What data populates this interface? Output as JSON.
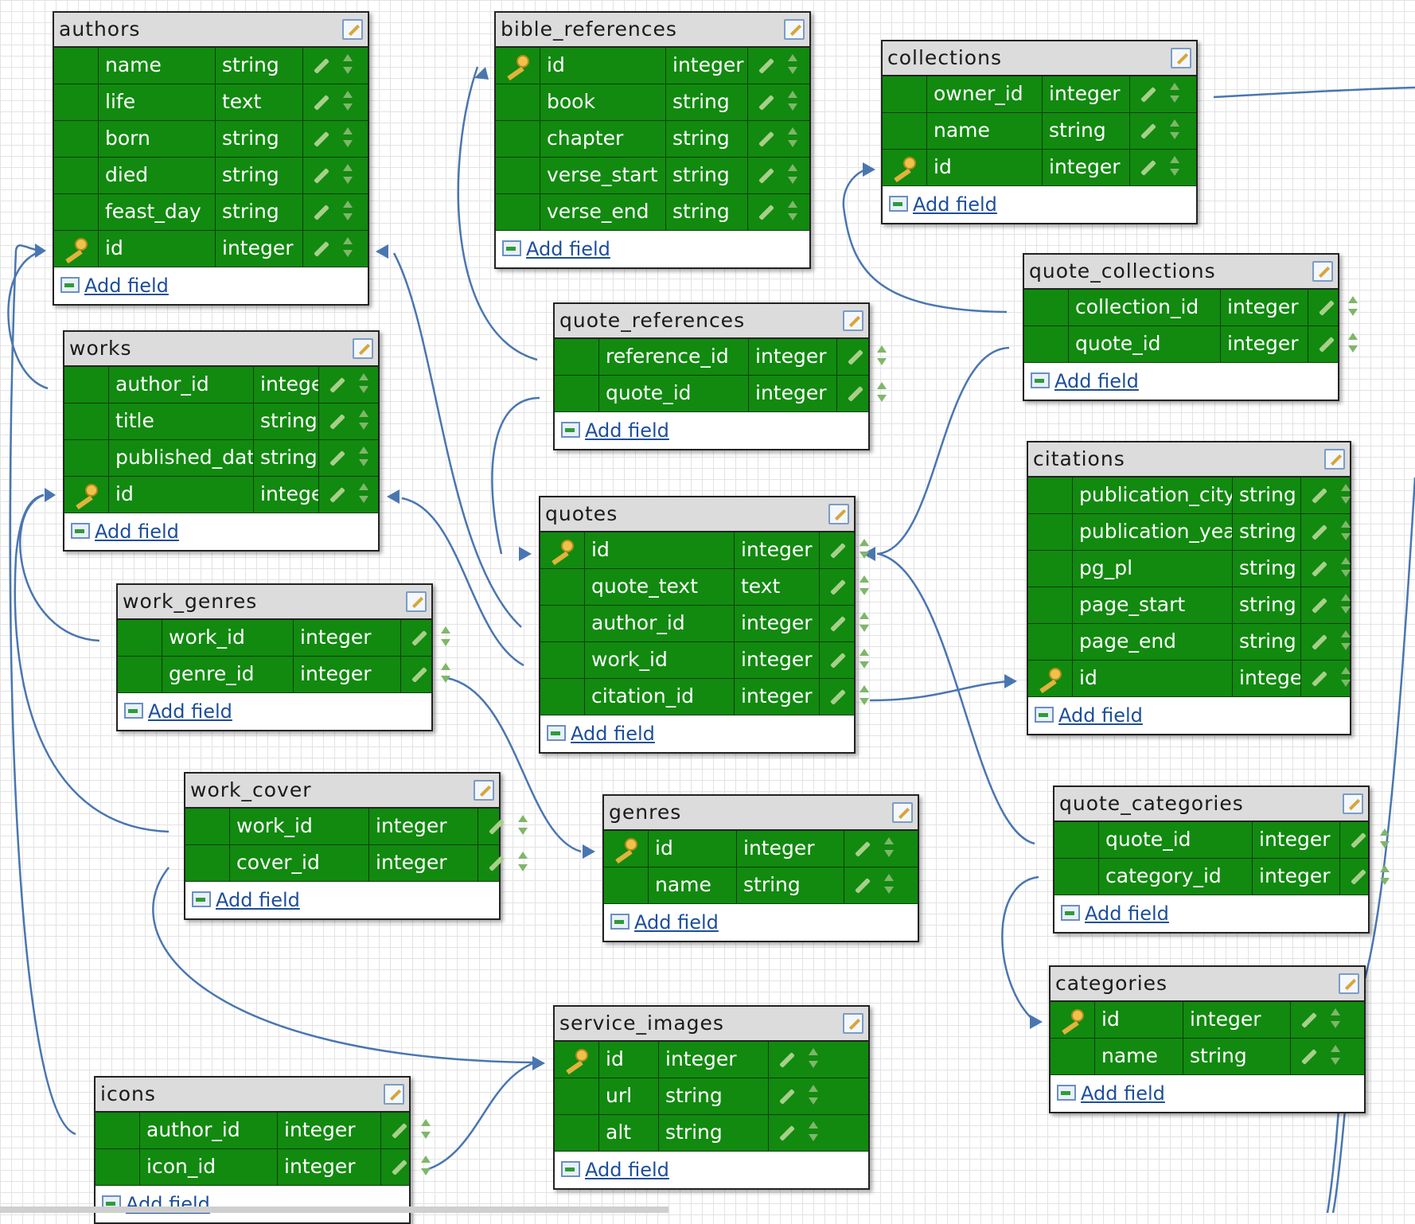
{
  "colors": {
    "row": "#118a0f",
    "header": "#dcdcdc",
    "link": "#4a76b0"
  },
  "add_label": "Add field",
  "tables": [
    {
      "id": "authors",
      "name": "authors",
      "fields": [
        {
          "name": "name",
          "type": "string",
          "pk": false
        },
        {
          "name": "life",
          "type": "text",
          "pk": false
        },
        {
          "name": "born",
          "type": "string",
          "pk": false
        },
        {
          "name": "died",
          "type": "string",
          "pk": false
        },
        {
          "name": "feast_day",
          "type": "string",
          "pk": false
        },
        {
          "name": "id",
          "type": "integer",
          "pk": true
        }
      ]
    },
    {
      "id": "works",
      "name": "works",
      "fields": [
        {
          "name": "author_id",
          "type": "integer",
          "pk": false
        },
        {
          "name": "title",
          "type": "string",
          "pk": false
        },
        {
          "name": "published_date",
          "type": "string",
          "pk": false
        },
        {
          "name": "id",
          "type": "integer",
          "pk": true
        }
      ]
    },
    {
      "id": "work_genres",
      "name": "work_genres",
      "fields": [
        {
          "name": "work_id",
          "type": "integer",
          "pk": false
        },
        {
          "name": "genre_id",
          "type": "integer",
          "pk": false
        }
      ]
    },
    {
      "id": "work_cover",
      "name": "work_cover",
      "fields": [
        {
          "name": "work_id",
          "type": "integer",
          "pk": false
        },
        {
          "name": "cover_id",
          "type": "integer",
          "pk": false
        }
      ]
    },
    {
      "id": "icons",
      "name": "icons",
      "fields": [
        {
          "name": "author_id",
          "type": "integer",
          "pk": false
        },
        {
          "name": "icon_id",
          "type": "integer",
          "pk": false
        }
      ]
    },
    {
      "id": "bible_references",
      "name": "bible_references",
      "fields": [
        {
          "name": "id",
          "type": "integer",
          "pk": true
        },
        {
          "name": "book",
          "type": "string",
          "pk": false
        },
        {
          "name": "chapter",
          "type": "string",
          "pk": false
        },
        {
          "name": "verse_start",
          "type": "string",
          "pk": false
        },
        {
          "name": "verse_end",
          "type": "string",
          "pk": false
        }
      ]
    },
    {
      "id": "quote_references",
      "name": "quote_references",
      "fields": [
        {
          "name": "reference_id",
          "type": "integer",
          "pk": false
        },
        {
          "name": "quote_id",
          "type": "integer",
          "pk": false
        }
      ]
    },
    {
      "id": "quotes",
      "name": "quotes",
      "fields": [
        {
          "name": "id",
          "type": "integer",
          "pk": true
        },
        {
          "name": "quote_text",
          "type": "text",
          "pk": false
        },
        {
          "name": "author_id",
          "type": "integer",
          "pk": false
        },
        {
          "name": "work_id",
          "type": "integer",
          "pk": false
        },
        {
          "name": "citation_id",
          "type": "integer",
          "pk": false
        }
      ]
    },
    {
      "id": "genres",
      "name": "genres",
      "fields": [
        {
          "name": "id",
          "type": "integer",
          "pk": true
        },
        {
          "name": "name",
          "type": "string",
          "pk": false
        }
      ]
    },
    {
      "id": "service_images",
      "name": "service_images",
      "fields": [
        {
          "name": "id",
          "type": "integer",
          "pk": true
        },
        {
          "name": "url",
          "type": "string",
          "pk": false
        },
        {
          "name": "alt",
          "type": "string",
          "pk": false
        }
      ]
    },
    {
      "id": "collections",
      "name": "collections",
      "fields": [
        {
          "name": "owner_id",
          "type": "integer",
          "pk": false
        },
        {
          "name": "name",
          "type": "string",
          "pk": false
        },
        {
          "name": "id",
          "type": "integer",
          "pk": true
        }
      ]
    },
    {
      "id": "quote_collections",
      "name": "quote_collections",
      "fields": [
        {
          "name": "collection_id",
          "type": "integer",
          "pk": false
        },
        {
          "name": "quote_id",
          "type": "integer",
          "pk": false
        }
      ]
    },
    {
      "id": "citations",
      "name": "citations",
      "fields": [
        {
          "name": "publication_city",
          "type": "string",
          "pk": false
        },
        {
          "name": "publication_year",
          "type": "string",
          "pk": false
        },
        {
          "name": "pg_pl",
          "type": "string",
          "pk": false
        },
        {
          "name": "page_start",
          "type": "string",
          "pk": false
        },
        {
          "name": "page_end",
          "type": "string",
          "pk": false
        },
        {
          "name": "id",
          "type": "integer",
          "pk": true
        }
      ]
    },
    {
      "id": "quote_categories",
      "name": "quote_categories",
      "fields": [
        {
          "name": "quote_id",
          "type": "integer",
          "pk": false
        },
        {
          "name": "category_id",
          "type": "integer",
          "pk": false
        }
      ]
    },
    {
      "id": "categories",
      "name": "categories",
      "fields": [
        {
          "name": "id",
          "type": "integer",
          "pk": true
        },
        {
          "name": "name",
          "type": "string",
          "pk": false
        }
      ]
    }
  ]
}
